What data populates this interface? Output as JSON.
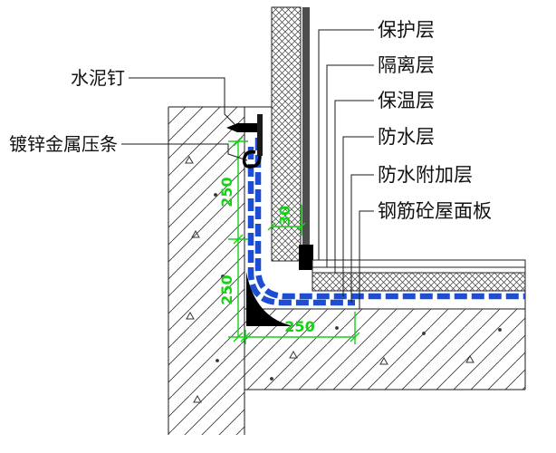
{
  "drawing": {
    "left_labels": [
      {
        "id": "cement-nail",
        "text": "水泥钉"
      },
      {
        "id": "galvanized-metal-strip",
        "text": "镀锌金属压条"
      }
    ],
    "right_labels": [
      {
        "id": "protection-layer",
        "text": "保护层"
      },
      {
        "id": "isolation-layer",
        "text": "隔离层"
      },
      {
        "id": "insulation-layer",
        "text": "保温层"
      },
      {
        "id": "waterproof-layer",
        "text": "防水层"
      },
      {
        "id": "additional-waterproof-layer",
        "text": "防水附加层"
      },
      {
        "id": "rc-roof-slab",
        "text": "钢筋砼屋面板"
      }
    ],
    "dimensions": {
      "wall_upper": "250",
      "wall_lower": "250",
      "insulation_thickness": "30",
      "roof_overlap": "250"
    },
    "colors": {
      "membrane_blue": "#1d4ed2",
      "dimension_green": "#17d117",
      "line_black": "#1a1a1a"
    }
  }
}
